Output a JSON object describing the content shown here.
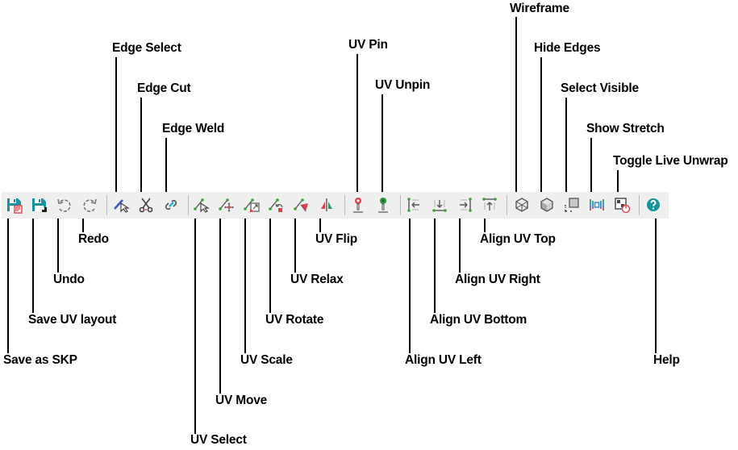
{
  "toolbar": {
    "buttons": [
      {
        "id": "save-skp",
        "label": "Save as SKP",
        "icon": "save-skp-icon"
      },
      {
        "id": "save-uv-layout",
        "label": "Save UV layout",
        "icon": "save-layout-icon"
      },
      {
        "id": "undo",
        "label": "Undo",
        "icon": "undo-icon"
      },
      {
        "id": "redo",
        "label": "Redo",
        "icon": "redo-icon"
      },
      {
        "id": "edge-select",
        "label": "Edge Select",
        "icon": "edge-select-icon"
      },
      {
        "id": "edge-cut",
        "label": "Edge Cut",
        "icon": "scissors-icon"
      },
      {
        "id": "edge-weld",
        "label": "Edge Weld",
        "icon": "link-icon"
      },
      {
        "id": "uv-select",
        "label": "UV Select",
        "icon": "uv-select-icon"
      },
      {
        "id": "uv-move",
        "label": "UV Move",
        "icon": "uv-move-icon"
      },
      {
        "id": "uv-scale",
        "label": "UV Scale",
        "icon": "uv-scale-icon"
      },
      {
        "id": "uv-rotate",
        "label": "UV Rotate",
        "icon": "uv-rotate-icon"
      },
      {
        "id": "uv-relax",
        "label": "UV Relax",
        "icon": "uv-relax-icon"
      },
      {
        "id": "uv-flip",
        "label": "UV Flip",
        "icon": "uv-flip-icon"
      },
      {
        "id": "uv-pin",
        "label": "UV Pin",
        "icon": "pin-icon"
      },
      {
        "id": "uv-unpin",
        "label": "UV Unpin",
        "icon": "unpin-icon"
      },
      {
        "id": "align-uv-left",
        "label": "Align UV Left",
        "icon": "align-left-icon"
      },
      {
        "id": "align-uv-bottom",
        "label": "Align UV Bottom",
        "icon": "align-bottom-icon"
      },
      {
        "id": "align-uv-right",
        "label": "Align UV Right",
        "icon": "align-right-icon"
      },
      {
        "id": "align-uv-top",
        "label": "Align UV Top",
        "icon": "align-top-icon"
      },
      {
        "id": "wireframe",
        "label": "Wireframe",
        "icon": "wireframe-cube-icon"
      },
      {
        "id": "hide-edges",
        "label": "Hide Edges",
        "icon": "solid-cube-icon"
      },
      {
        "id": "select-visible",
        "label": "Select Visible",
        "icon": "select-visible-icon"
      },
      {
        "id": "show-stretch",
        "label": "Show Stretch",
        "icon": "stretch-icon"
      },
      {
        "id": "toggle-live-unwrap",
        "label": "Toggle Live Unwrap",
        "icon": "live-unwrap-icon"
      },
      {
        "id": "help",
        "label": "Help",
        "icon": "help-icon"
      }
    ]
  },
  "colors": {
    "teal": "#1a8fa6",
    "green_node": "#3aa335",
    "red_accent": "#e0404a",
    "toolbar_bg": "#efefef",
    "help_teal": "#13939a"
  }
}
